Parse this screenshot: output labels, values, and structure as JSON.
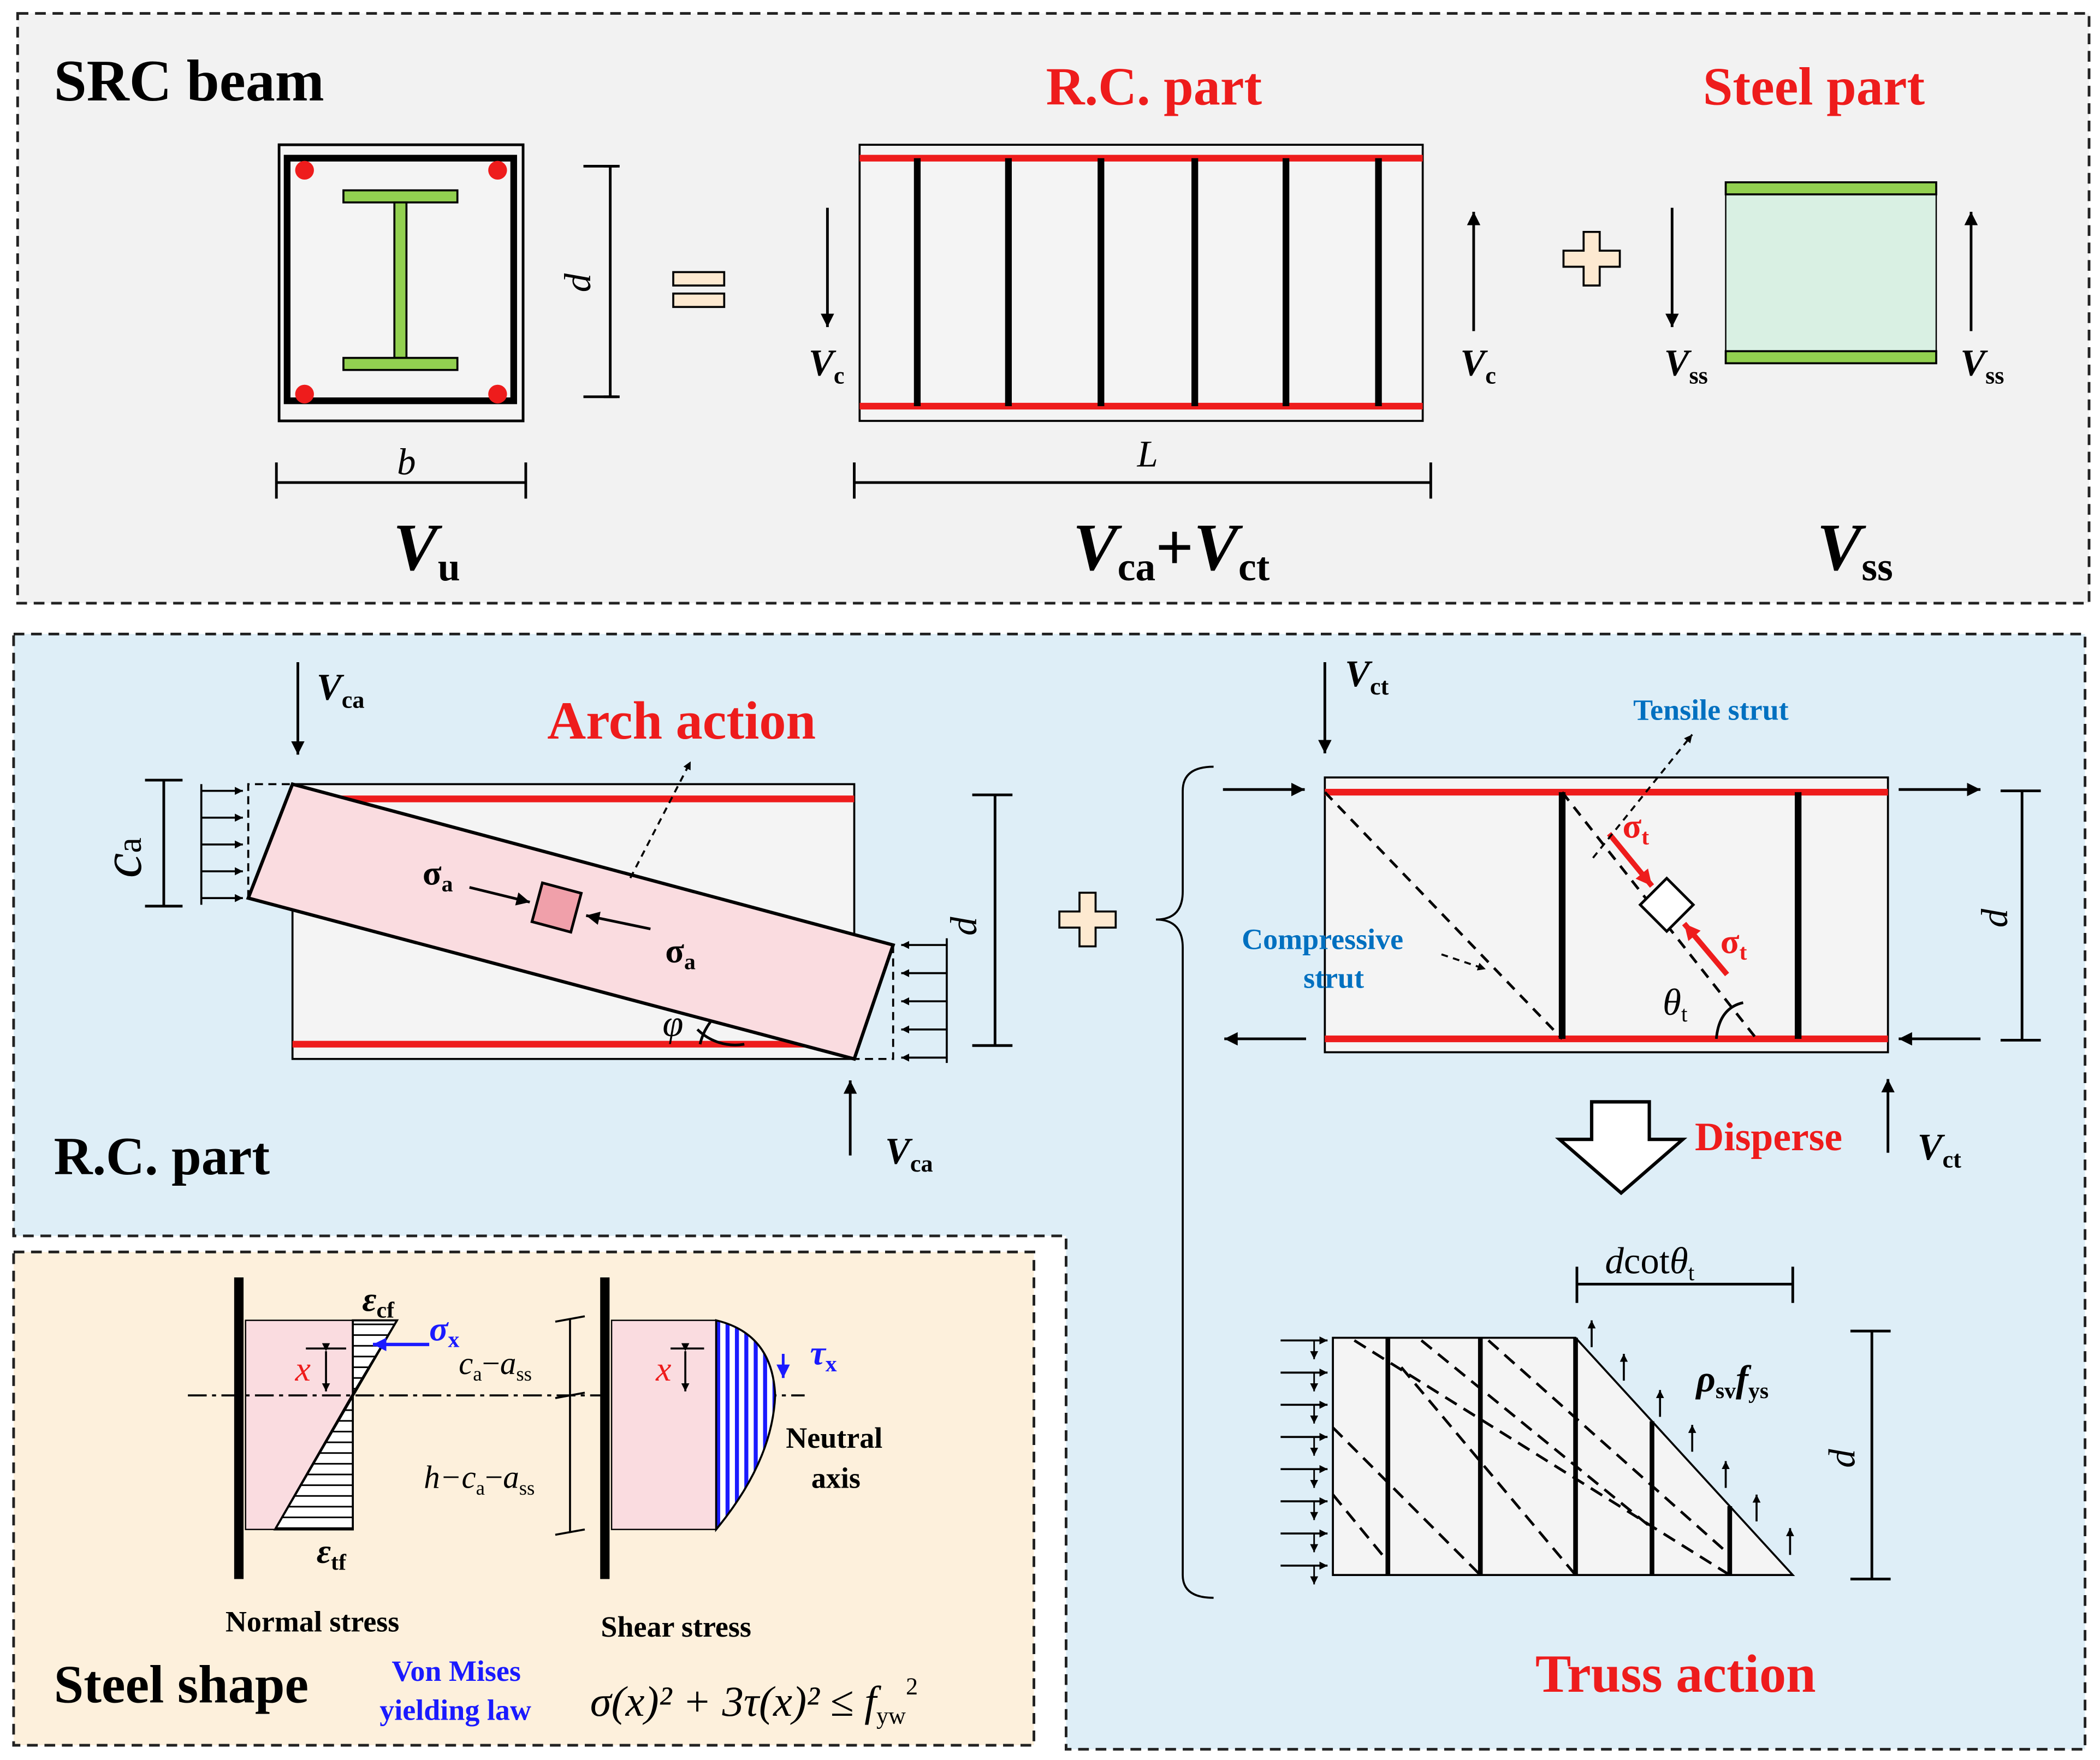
{
  "top": {
    "title": "SRC beam",
    "rc_title": "R.C. part",
    "steel_title": "Steel part",
    "sub_u": "u",
    "sub_ca": "ca",
    "sub_ct": "ct",
    "sub_ss": "ss",
    "sub_c": "c",
    "plus": "+",
    "sym_V": "V",
    "dim_d": "d",
    "dim_b": "b",
    "dim_L": "L"
  },
  "rc": {
    "panel_label": "R.C. part",
    "arch_title": "Arch action",
    "truss_title": "Truss action",
    "tensile_strut": "Tensile strut",
    "compressive_strut_1": "Compressive",
    "compressive_strut_2": "strut",
    "disperse": "Disperse",
    "sigma": "σ",
    "sub_a": "a",
    "sub_t": "t",
    "c_sym": "c",
    "phi": "φ",
    "theta": "θ",
    "dcot": "cot",
    "rho": "ρ",
    "f_sym": "f",
    "sub_sv": "sv",
    "sub_ys": "ys"
  },
  "steel": {
    "panel_label": "Steel shape",
    "eps": "ε",
    "sub_cf": "cf",
    "sub_tf": "tf",
    "sigma_x": "σ",
    "tau": "τ",
    "sub_x": "x",
    "x_sym": "x",
    "ca_minus": "c",
    "a_sym": "a",
    "h_minus": "h−c",
    "minus": "−",
    "neutral_1": "Neutral",
    "neutral_2": "axis",
    "normal_stress": "Normal stress",
    "shear_stress": "Shear stress",
    "von_mises_1": "Von Mises",
    "von_mises_2": "yielding law",
    "formula_left": "σ(x)² + 3τ(x)² ≤ f",
    "formula_sub": "yw",
    "formula_sup": "2"
  },
  "colors": {
    "red": "#ee1c1c",
    "blue_text": "#0070c0",
    "steel_green": "#92d050",
    "top_bg": "#f2f2f2",
    "rc_bg": "#deeef7",
    "steel_bg": "#fdf0dc",
    "arch_pink": "#fadce0",
    "steel_fill": "#d9f0e3"
  }
}
